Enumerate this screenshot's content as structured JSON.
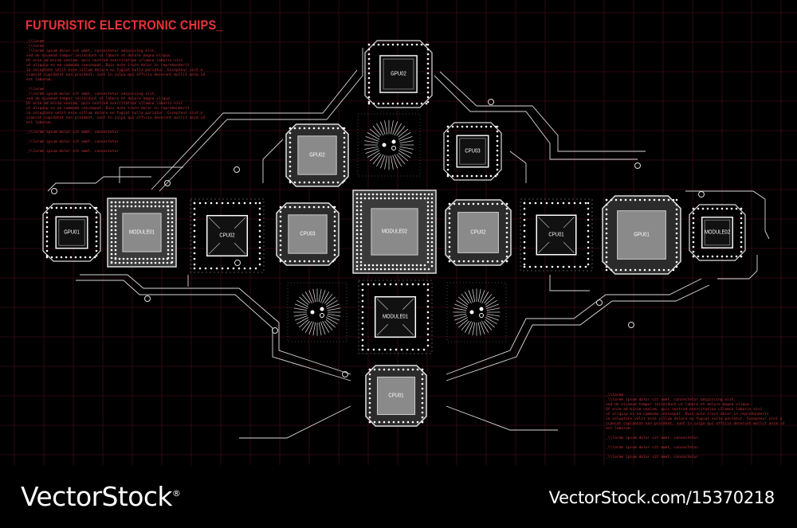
{
  "title": "FUTURISTIC ELECTRONIC CHIPS_",
  "colors": {
    "background": "#000000",
    "grid": "#3a0d14",
    "accent": "#e8323a",
    "trace": "#d8d8d8",
    "chip_fill": "#8a8a8a"
  },
  "text_blocks": {
    "top_left": [
      "_\\\\lorem",
      "_\\\\lorem",
      "_\\\\lorem ipsum dolor sit amet, consectetur adipiscing elit,",
      "sed do eiusmod tempor incididunt ut labore et dolore magna aliqua.",
      "Ut enim ad minim veniam, quis nostrud exercitation ullamco laboris nisi",
      "ut aliquip ex ea commodo consequat. Duis aute irure dolor in reprehenderit",
      "in voluptate velit esse cillum dolore eu fugiat nulla pariatur. Excepteur sint o",
      "ccaecat cupidatat non proident, sunt in culpa qui officia deserunt mollit anim id",
      "est laborum.",
      "",
      "_\\\\lorem",
      "_\\\\lorem ipsum dolor sit amet, consectetur adipiscing elit,",
      "sed do eiusmod tempor incididunt ut labore et dolore magna aliqua.",
      "Ut enim ad minim veniam, quis nostrud exercitation ullamco laboris nisi",
      "ut aliquip ex ea commodo consequat. Duis aute irure dolor in reprehenderit",
      "in voluptate velit esse cillum dolore eu fugiat nulla pariatur. Excepteur sint o",
      "ccaecat cupidatat non proident, sunt in culpa qui officia deserunt mollit anim id",
      "est laborum.",
      "",
      "_\\\\lorem ipsum dolor sit amet, consectetur",
      "",
      "_\\\\lorem ipsum dolor sit amet, consectetur",
      "",
      "_\\\\lorem ipsum dolor sit amet, consectetur"
    ],
    "bottom_right": [
      "_\\\\lorem",
      "_\\\\lorem ipsum dolor sit amet, consectetur adipiscing elit,",
      "sed do eiusmod tempor incididunt ut labore et dolore magna aliqua.",
      "Ut enim ad minim veniam, quis nostrud exercitation ullamco laboris nisi",
      "ut aliquip ex ea commodo consequat. Duis aute irure dolor in reprehenderit",
      "in voluptate velit esse cillum dolore eu fugiat nulla pariatur. Excepteur sint o",
      "ccaecat cupidatat non proident, sunt in culpa qui officia deserunt mollit anim id",
      "est laborum.",
      "",
      "_\\\\lorem ipsum dolor sit amet, consectetur",
      "",
      "_\\\\lorem ipsum dolor sit amet, consectetur",
      "",
      "_\\\\lorem ipsum dolor sit amet, consectetur"
    ]
  },
  "chips": [
    {
      "id": "top-gpu02",
      "label": "GPU02",
      "style": "octagon-dots"
    },
    {
      "id": "left-gpu02",
      "label": "GPU02",
      "style": "octagon-solid"
    },
    {
      "id": "top-cpu03",
      "label": "CPU03",
      "style": "octagon-dots"
    },
    {
      "id": "left-gpu01",
      "label": "GPU01",
      "style": "octagon-dots"
    },
    {
      "id": "left-module01",
      "label": "MODULE01",
      "style": "square-solid"
    },
    {
      "id": "left-cpu02",
      "label": "CPU02",
      "style": "square-pins"
    },
    {
      "id": "center-cpu03",
      "label": "CPU03",
      "style": "octagon-solid"
    },
    {
      "id": "center-module02",
      "label": "MODULE02",
      "style": "square-solid"
    },
    {
      "id": "right-cpu02",
      "label": "CPU02",
      "style": "octagon-solid"
    },
    {
      "id": "right-cpu01",
      "label": "CPU01",
      "style": "square-pins"
    },
    {
      "id": "right-gpu01",
      "label": "GPU01",
      "style": "octagon-solid"
    },
    {
      "id": "right-module02",
      "label": "MODULE02",
      "style": "octagon-dots"
    },
    {
      "id": "center-module01",
      "label": "MODULE01",
      "style": "square-pins"
    },
    {
      "id": "bottom-cpu01",
      "label": "CPU01",
      "style": "octagon-solid"
    }
  ],
  "watermark": {
    "left": "VectorStock",
    "left_mark": "®",
    "right": "VectorStock.com/15370218"
  }
}
